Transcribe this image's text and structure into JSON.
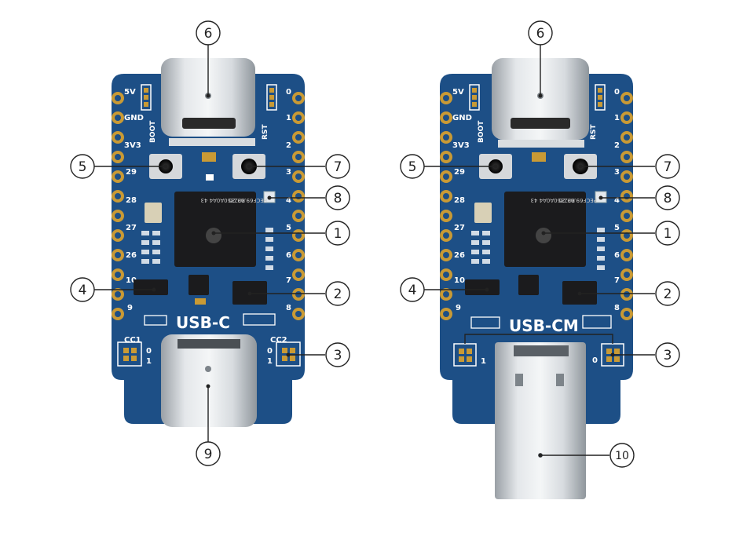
{
  "colors": {
    "pcb": "#1d4f86",
    "pcb_dark": "#163f6d",
    "silk": "#ffffff",
    "gold": "#c99a35",
    "metal": "#cfd3d6",
    "metal_dark": "#8e959b",
    "chip": "#1b1b1d",
    "line": "#222222"
  },
  "boards": [
    {
      "id": "left",
      "label": "USB-C",
      "cc_left": "CC1",
      "cc_right": "CC2",
      "callouts_left": [
        "5",
        "4"
      ],
      "callouts_right": [
        "7",
        "8",
        "1",
        "2",
        "3"
      ],
      "callout_top": "6",
      "callout_bottom": "9"
    },
    {
      "id": "right",
      "label": "USB-CM",
      "callouts_left": [
        "5",
        "4"
      ],
      "callouts_right": [
        "7",
        "8",
        "1",
        "2",
        "3"
      ],
      "callout_top": "6",
      "callout_bottom": "10"
    }
  ],
  "silkscreen": {
    "left_pins": [
      "5V",
      "GND",
      "3V3",
      "29",
      "28",
      "27",
      "26",
      "10",
      "9"
    ],
    "right_pins": [
      "0",
      "1",
      "2",
      "3",
      "4",
      "5",
      "6",
      "7",
      "8"
    ],
    "boot": "BOOT",
    "rst": "RST",
    "chip_lines": [
      "RP2350A0A4 43",
      "PECF69.00 25"
    ],
    "cc_pins": [
      "0",
      "1"
    ]
  }
}
